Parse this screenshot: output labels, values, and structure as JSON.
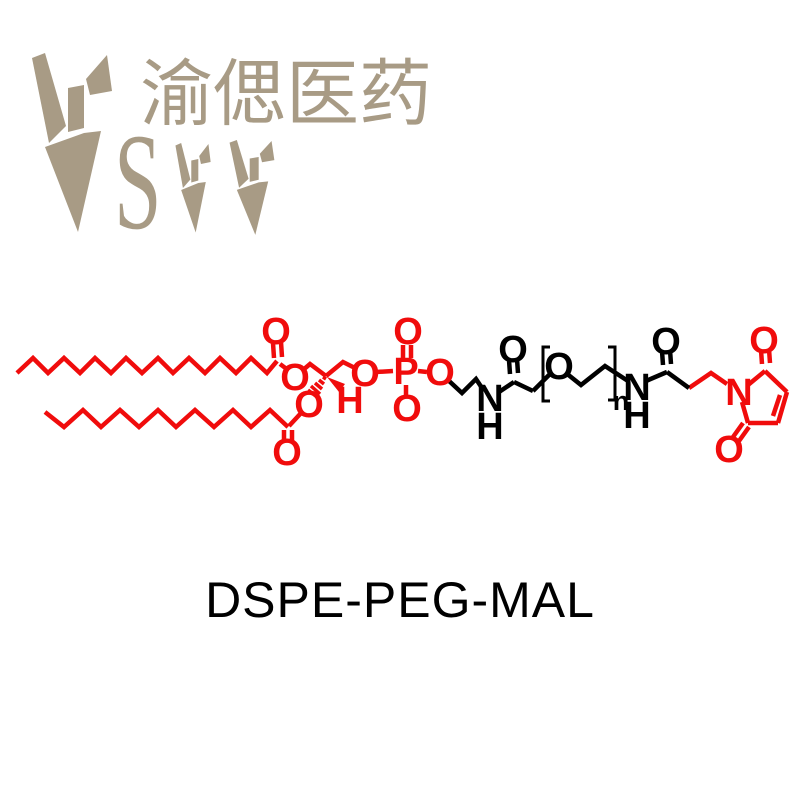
{
  "page": {
    "background_color": "#ffffff"
  },
  "logo": {
    "color": "#a89b85",
    "chinese_name": "渝偲医药",
    "latin_monogram_s": "S"
  },
  "molecule": {
    "name": "DSPE-PEG-MAL",
    "colors": {
      "dspe_segment": "#f00c0c",
      "peg_segment": "#000000"
    },
    "labels": {
      "oxygen": "O",
      "phosphorus": "P",
      "nitrogen": "N",
      "hydrogen": "H",
      "peg_repeat_subscript": "n"
    }
  }
}
